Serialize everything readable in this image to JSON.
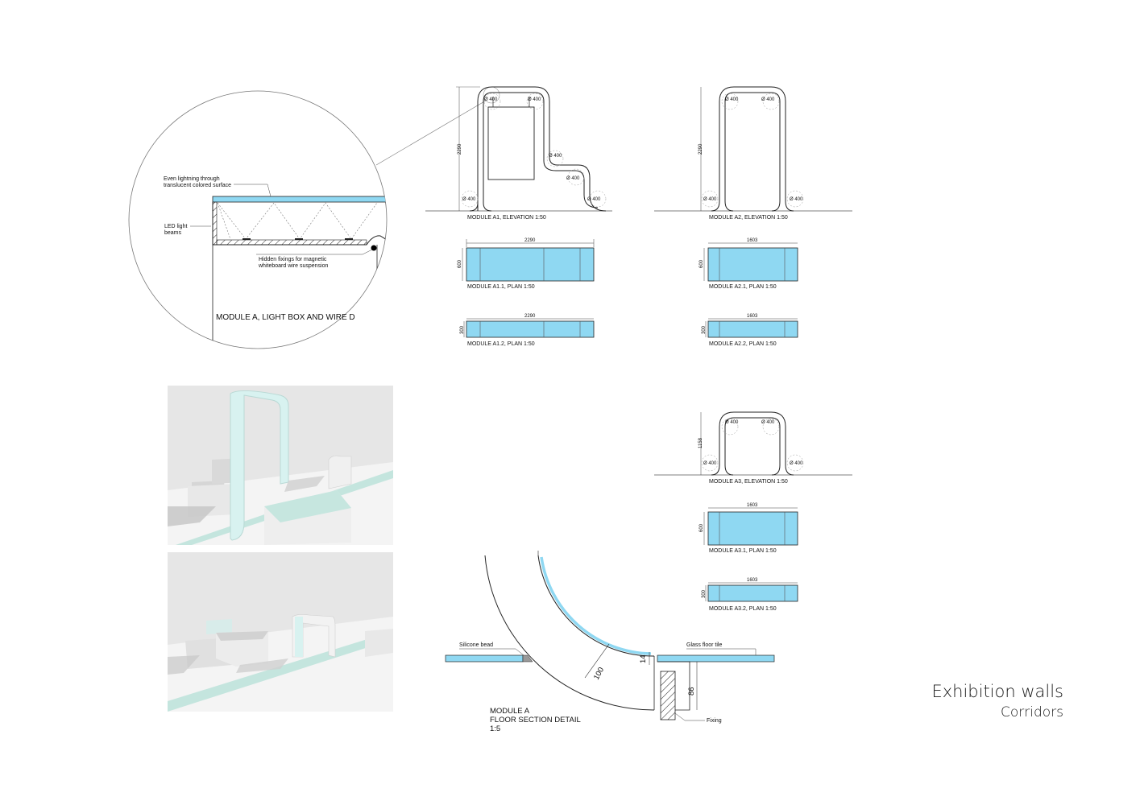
{
  "title": {
    "main": "Exhibition walls",
    "sub": "Corridors"
  },
  "detail_circle": {
    "note_light": [
      "Even lightning through",
      "translucent colored surface"
    ],
    "note_led": [
      "LED light",
      "beams"
    ],
    "note_fixings": [
      "Hidden fixings for magnetic",
      "whiteboard wire suspension"
    ],
    "caption": "MODULE A, LIGHT BOX AND WIRE D"
  },
  "module_a1": {
    "height_dim": "2290",
    "radius": "Ø 400",
    "elevation_caption": "MODULE A1, ELEVATION 1:50",
    "plan1_width": "2290",
    "plan1_depth": "600",
    "plan1_caption": "MODULE A1.1, PLAN 1:50",
    "plan2_width": "2290",
    "plan2_depth": "300",
    "plan2_caption": "MODULE A1.2, PLAN 1:50"
  },
  "module_a2": {
    "height_dim": "2290",
    "radius": "Ø 400",
    "elevation_caption": "MODULE A2, ELEVATION 1:50",
    "plan1_width": "1603",
    "plan1_depth": "600",
    "plan1_caption": "MODULE A2.1, PLAN 1:50",
    "plan2_width": "1603",
    "plan2_depth": "300",
    "plan2_caption": "MODULE A2.2, PLAN 1:50"
  },
  "module_a3": {
    "height_dim": "1158",
    "radius": "Ø 400",
    "elevation_caption": "MODULE A3, ELEVATION 1:50",
    "plan1_width": "1603",
    "plan1_depth": "600",
    "plan1_caption": "MODULE A3.1, PLAN 1:50",
    "plan2_width": "1603",
    "plan2_depth": "300",
    "plan2_caption": "MODULE A3.2, PLAN 1:50"
  },
  "floor_section": {
    "silicone": "Silicone bead",
    "glass_tile": "Glass floor tile",
    "fixing": "Fixing",
    "dim_thickness": "100",
    "dim_gap": "14",
    "dim_depth": "86",
    "caption": [
      "MODULE A",
      "FLOOR SECTION DETAIL",
      "1:5"
    ]
  },
  "colors": {
    "accent_blue": "#8fd8f2",
    "line": "#222222",
    "render_bg": "#e3e3e3"
  }
}
